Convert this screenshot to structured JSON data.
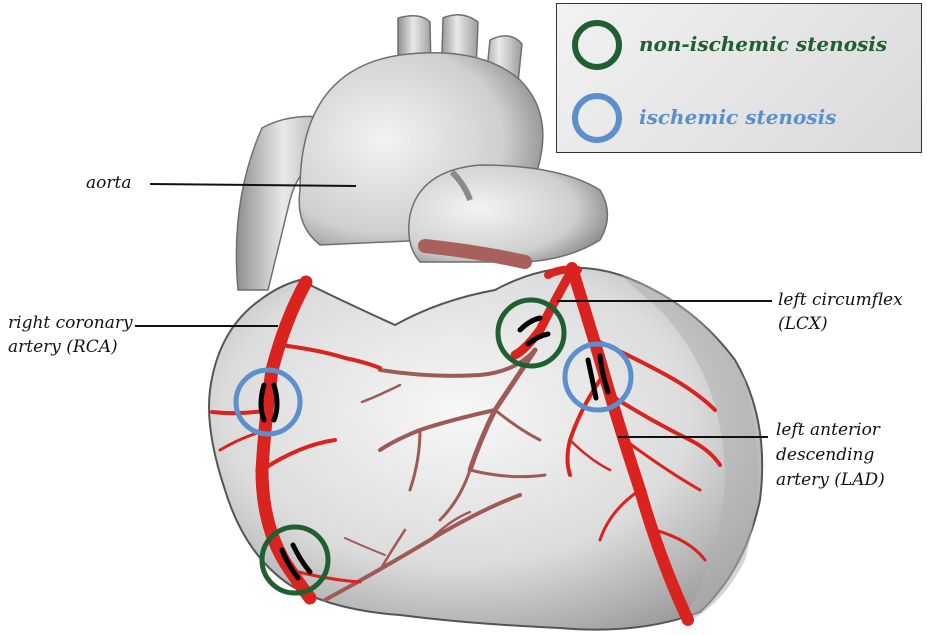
{
  "legend": {
    "items": [
      {
        "label": "non-ischemic stenosis",
        "color": "#1f5f32"
      },
      {
        "label": "ischemic stenosis",
        "color": "#5b90cc"
      }
    ]
  },
  "labels": {
    "aorta": "aorta",
    "rca_line1": "right coronary",
    "rca_line2": "artery (RCA)",
    "lcx_line1": "left circumflex",
    "lcx_line2": "(LCX)",
    "lad_line1": "left anterior",
    "lad_line2": "descending",
    "lad_line3": "artery (LAD)"
  },
  "colors": {
    "artery": "#d9231f",
    "vein": "#9e5a55",
    "heart": "#d4d4d4",
    "non_ischemic": "#1f5f32",
    "ischemic": "#5b90cc"
  }
}
